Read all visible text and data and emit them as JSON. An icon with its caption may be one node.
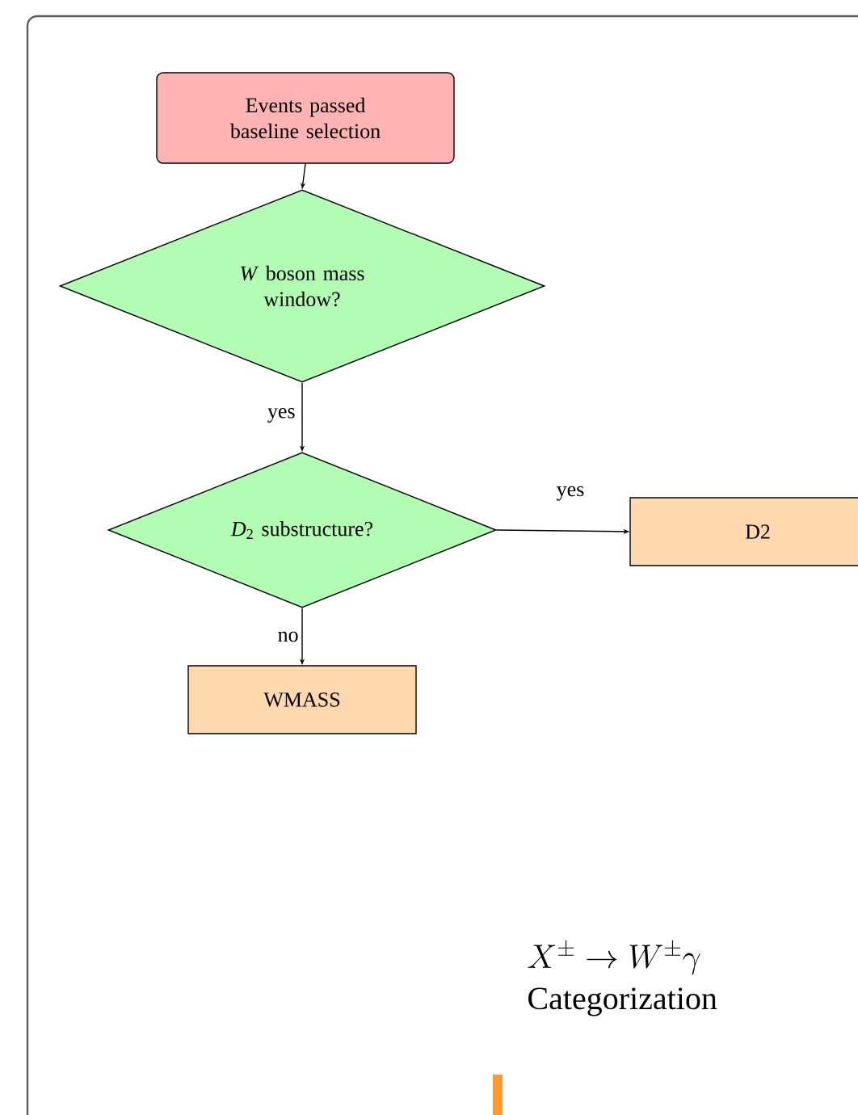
{
  "diagram": {
    "nodes": [
      {
        "text": [
          "Events passed baseline selection"
        ]
      },
      {
        "text": [
          "*W* boson mass window?"
        ]
      },
      {
        "text": [
          "*D*$_{2}$ substructure?"
        ]
      },
      {
        "text": [
          "D2"
        ]
      },
      {
        "text": [
          "WMASS"
        ]
      }
    ],
    "edges": [
      {
        "from": 0,
        "to": 1,
        "arrow": "to"
      },
      {
        "from": 1,
        "to": 2,
        "arrow": "to",
        "label": "yes"
      },
      {
        "from": 2,
        "to": 3,
        "arrow": "to",
        "label": "yes"
      },
      {
        "from": 2,
        "to": 4,
        "arrow": "to",
        "label": "no"
      }
    ],
    "labels": [
      "X^{\\pm} \\to W^{\\pm}\\gamma",
      "Categorization"
    ]
  }
}
